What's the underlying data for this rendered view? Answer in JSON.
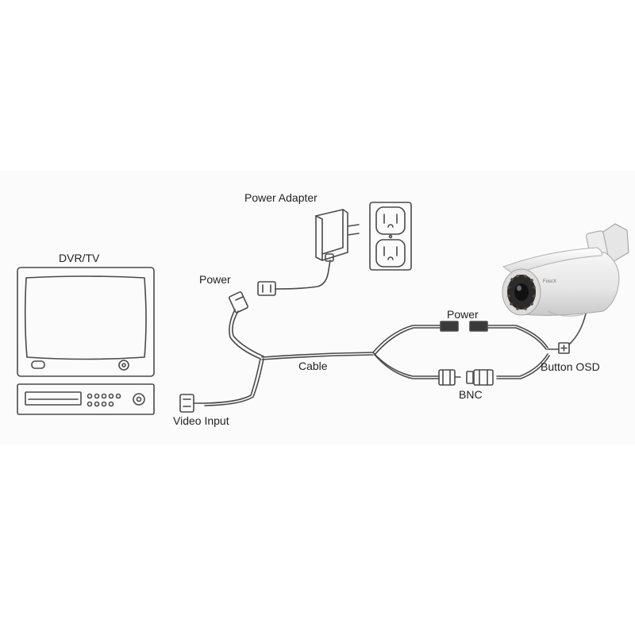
{
  "labels": {
    "power_adapter": "Power Adapter",
    "dvr_tv": "DVR/TV",
    "power_left": "Power",
    "power_right": "Power",
    "cable": "Cable",
    "bnc": "BNC",
    "button_osd": "Button OSD",
    "video_input": "Video Input"
  },
  "camera": {
    "brand_text": "FoscX"
  },
  "colors": {
    "line": "#4a4a4a",
    "camera_body": "#ececec",
    "camera_lens": "#2b2b2b"
  }
}
